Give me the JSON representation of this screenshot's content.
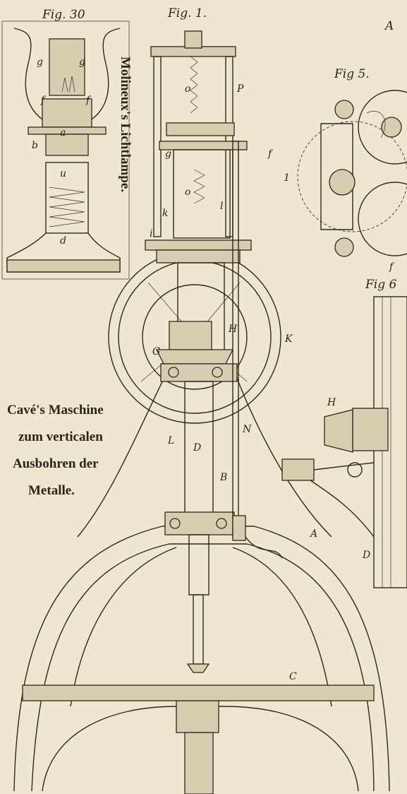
{
  "figures": {
    "fig30": "Fig. 30",
    "fig1": "Fig. 1.",
    "fig5": "Fig 5.",
    "fig6": "Fig 6",
    "corner": "A"
  },
  "titles": {
    "lamp": "Molineux's Lichtlampe.",
    "machine": [
      "Cavé's Maschine",
      "zum verticalen",
      "Ausbohren der",
      "Metalle."
    ]
  },
  "labels": {
    "fig30": [
      "g",
      "g",
      "f",
      "f",
      "a",
      "b",
      "u",
      "d"
    ],
    "fig1": [
      "o",
      "P",
      "g",
      "f",
      "o",
      "k",
      "i",
      "l",
      "H",
      "K",
      "G",
      "L",
      "D",
      "N",
      "B",
      "A",
      "C"
    ],
    "fig5": [
      "1",
      "f"
    ],
    "fig6": [
      "H",
      "D"
    ]
  },
  "colors": {
    "paper": "#efe6cf",
    "ink": "#2e271c"
  }
}
